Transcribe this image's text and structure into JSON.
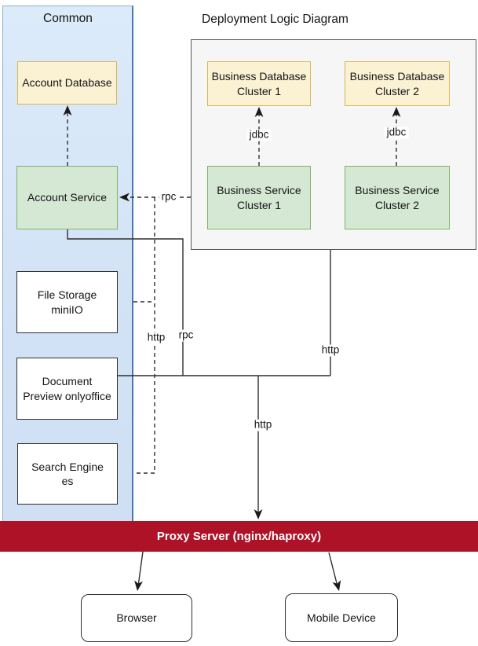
{
  "titles": {
    "common": "Common",
    "deployment": "Deployment Logic Diagram"
  },
  "common_nodes": {
    "account_database": {
      "line1": "Account Database",
      "line2": ""
    },
    "account_service": {
      "line1": "Account Service",
      "line2": ""
    },
    "file_storage": {
      "line1": "File Storage",
      "line2": "miniIO"
    },
    "document_preview": {
      "line1": "Document",
      "line2": "Preview onlyoffice"
    },
    "search_engine": {
      "line1": "Search Engine",
      "line2": "es"
    }
  },
  "deployment_nodes": {
    "business_database_cluster_1": {
      "line1": "Business Database",
      "line2": "Cluster 1"
    },
    "business_database_cluster_2": {
      "line1": "Business Database",
      "line2": "Cluster 2"
    },
    "business_service_cluster_1": {
      "line1": "Business Service",
      "line2": "Cluster 1"
    },
    "business_service_cluster_2": {
      "line1": "Business Service",
      "line2": "Cluster 2"
    }
  },
  "edge_labels": {
    "jdbc_cluster_1": "jdbc",
    "jdbc_cluster_2": "jdbc",
    "rpc_dashed": "rpc",
    "rpc_solid": "rpc",
    "http_dashed": "http",
    "http_deployment": "http",
    "http_proxy": "http"
  },
  "proxy": {
    "label": "Proxy Server (nginx/haproxy)"
  },
  "clients": {
    "browser": "Browser",
    "mobile_device": "Mobile Device"
  },
  "colors": {
    "common_zone_fill": "#d6e5f7",
    "common_zone_border": "#4678ae",
    "database_fill": "#fbf1d3",
    "database_border": "#d6b656",
    "service_fill": "#d5e8d4",
    "service_border": "#82b366",
    "deployment_zone_fill": "#f6f6f6",
    "deployment_zone_border": "#575757",
    "proxy_fill": "#ae1226",
    "proxy_text": "#ffffff",
    "connector_line": "#2f2f2f"
  }
}
